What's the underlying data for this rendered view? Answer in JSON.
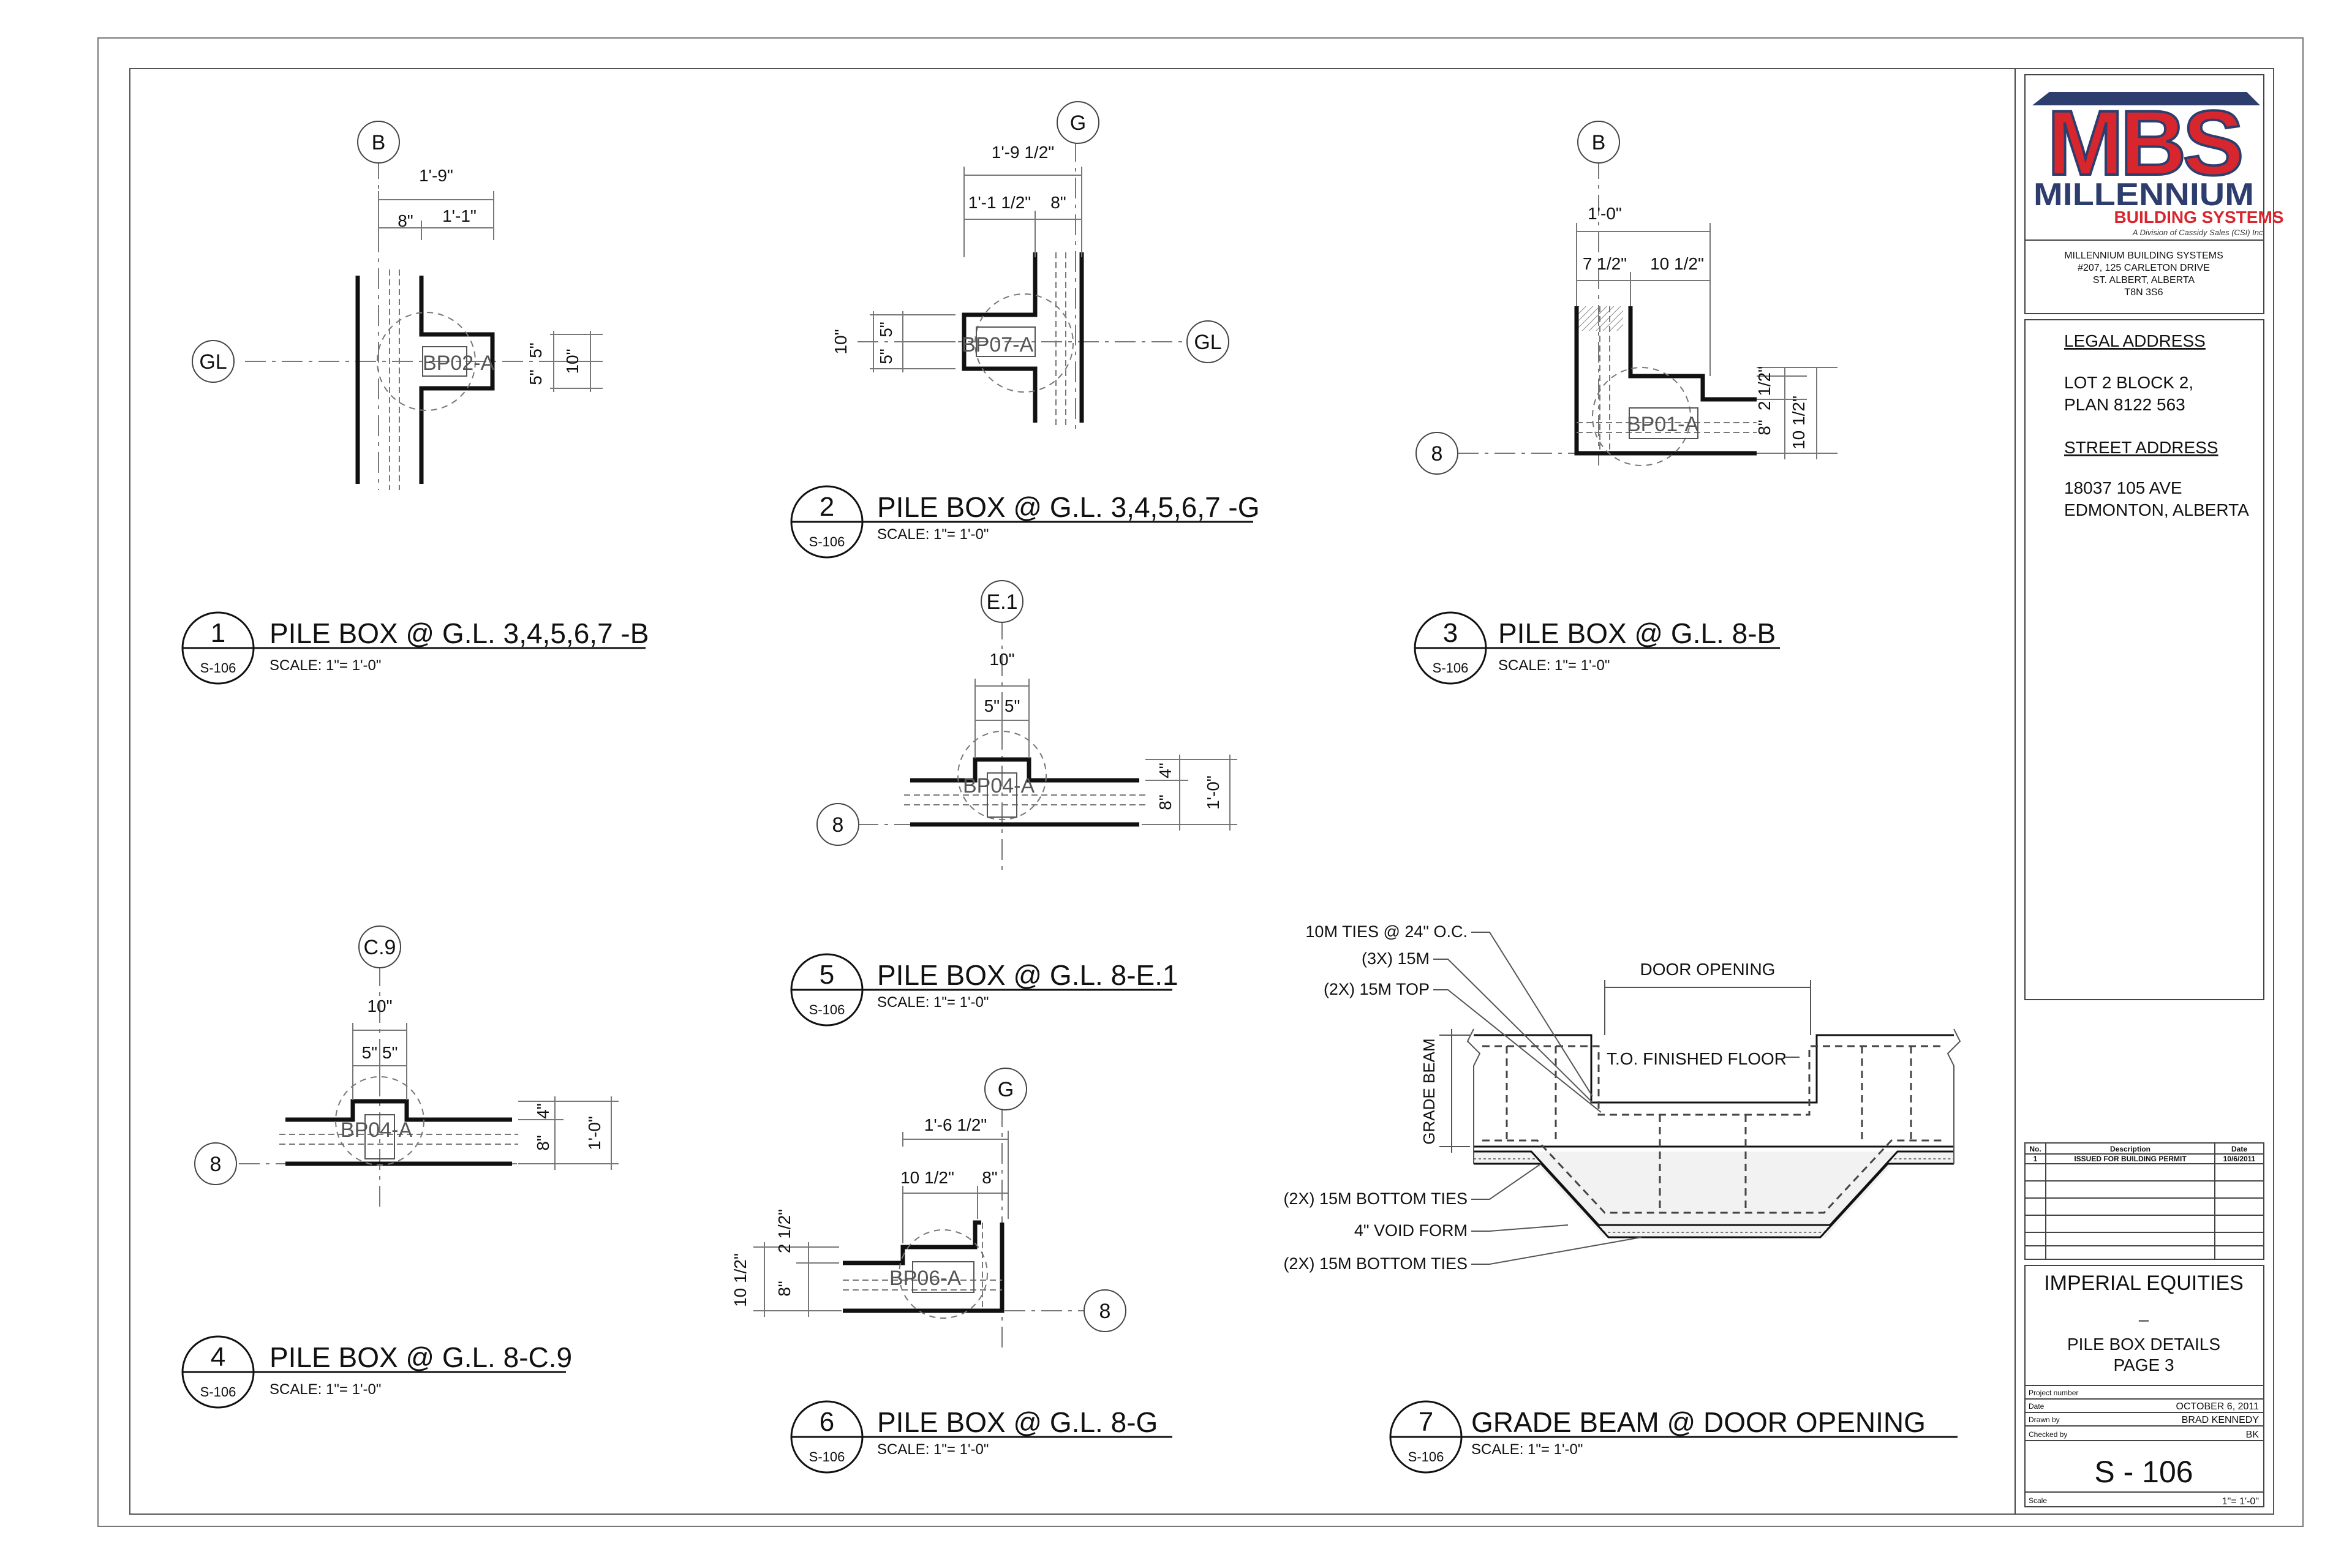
{
  "title_block": {
    "logo_mark": "MBS",
    "logo_name": "MILLENNIUM",
    "logo_sub": "BUILDING SYSTEMS",
    "logo_tagline": "A Division of Cassidy Sales (CSI) Inc.",
    "company_lines": [
      "MILLENNIUM BUILDING SYSTEMS",
      "#207, 125 CARLETON DRIVE",
      "ST. ALBERT,  ALBERTA",
      "T8N 3S6"
    ],
    "legal_address_heading": "LEGAL ADDRESS",
    "legal_address_lines": [
      "LOT 2 BLOCK 2,",
      "PLAN 8122 563"
    ],
    "street_address_heading": "STREET ADDRESS",
    "street_address_lines": [
      "18037 105 AVE",
      "EDMONTON, ALBERTA"
    ],
    "revisions": {
      "headers": [
        "No.",
        "Description",
        "Date"
      ],
      "rows": [
        [
          "1",
          "ISSUED FOR BUILDING PERMIT",
          "10/6/2011"
        ]
      ]
    },
    "client": "IMPERIAL EQUITIES",
    "dash": "_",
    "sheet_title_1": "PILE BOX DETAILS",
    "sheet_title_2": "PAGE 3",
    "project_number_label": "Project number",
    "project_number": "",
    "date_label": "Date",
    "date": "OCTOBER 6, 2011",
    "drawn_by_label": "Drawn by",
    "drawn_by": "BRAD KENNEDY",
    "checked_by_label": "Checked by",
    "checked_by": "BK",
    "sheet_number": "S - 106",
    "scale_label": "Scale",
    "scale": "1\"= 1'-0\""
  },
  "details": [
    {
      "num": "1",
      "sheet": "S-106",
      "title": "PILE BOX @ G.L. 3,4,5,6,7 -B",
      "scale": "SCALE:  1\"= 1'-0\""
    },
    {
      "num": "2",
      "sheet": "S-106",
      "title": "PILE BOX @ G.L. 3,4,5,6,7 -G",
      "scale": "SCALE:  1\"= 1'-0\""
    },
    {
      "num": "3",
      "sheet": "S-106",
      "title": "PILE BOX @ G.L. 8-B",
      "scale": "SCALE:  1\"= 1'-0\""
    },
    {
      "num": "4",
      "sheet": "S-106",
      "title": "PILE BOX @ G.L. 8-C.9",
      "scale": "SCALE:  1\"= 1'-0\""
    },
    {
      "num": "5",
      "sheet": "S-106",
      "title": "PILE BOX @ G.L. 8-E.1",
      "scale": "SCALE:  1\"= 1'-0\""
    },
    {
      "num": "6",
      "sheet": "S-106",
      "title": "PILE BOX @ G.L. 8-G",
      "scale": "SCALE:  1\"= 1'-0\""
    },
    {
      "num": "7",
      "sheet": "S-106",
      "title": "GRADE BEAM @ DOOR OPENING",
      "scale": "SCALE:  1\"= 1'-0\""
    }
  ],
  "grid": {
    "B": "B",
    "G": "G",
    "GL": "GL",
    "E1": "E.1",
    "C9": "C.9",
    "EIGHT": "8"
  },
  "piles": {
    "BP01": "BP01-A",
    "BP02": "BP02-A",
    "BP04": "BP04-A",
    "BP06": "BP06-A",
    "BP07": "BP07-A"
  },
  "dims": {
    "d1_9": "1'-9\"",
    "d8": "8\"",
    "d1_1": "1'-1\"",
    "d5": "5\"",
    "d10": "10\"",
    "d1_9h": "1'-9 1/2\"",
    "d1_1h": "1'-1 1/2\"",
    "d1_0": "1'-0\"",
    "d7h": "7 1/2\"",
    "d10h": "10 1/2\"",
    "d2h": "2 1/2\"",
    "d4": "4\"",
    "d1_6h": "1'-6 1/2\"",
    "d5_5": "5\"  5\""
  },
  "grade_beam": {
    "ties_24": "10M TIES @ 24\" O.C.",
    "x3_15m": "(3X) 15M",
    "x2_top": "(2X) 15M TOP",
    "door_opening": "DOOR OPENING",
    "finished_floor": "T.O. FINISHED FLOOR",
    "grade_beam_label": "GRADE BEAM",
    "bottom_ties_1": "(2X) 15M BOTTOM TIES",
    "void_form": "4\" VOID FORM",
    "bottom_ties_2": "(2X) 15M BOTTOM TIES"
  },
  "colors": {
    "logo_red": "#d7262e",
    "logo_navy": "#2d3e6e",
    "ink": "#111111"
  }
}
